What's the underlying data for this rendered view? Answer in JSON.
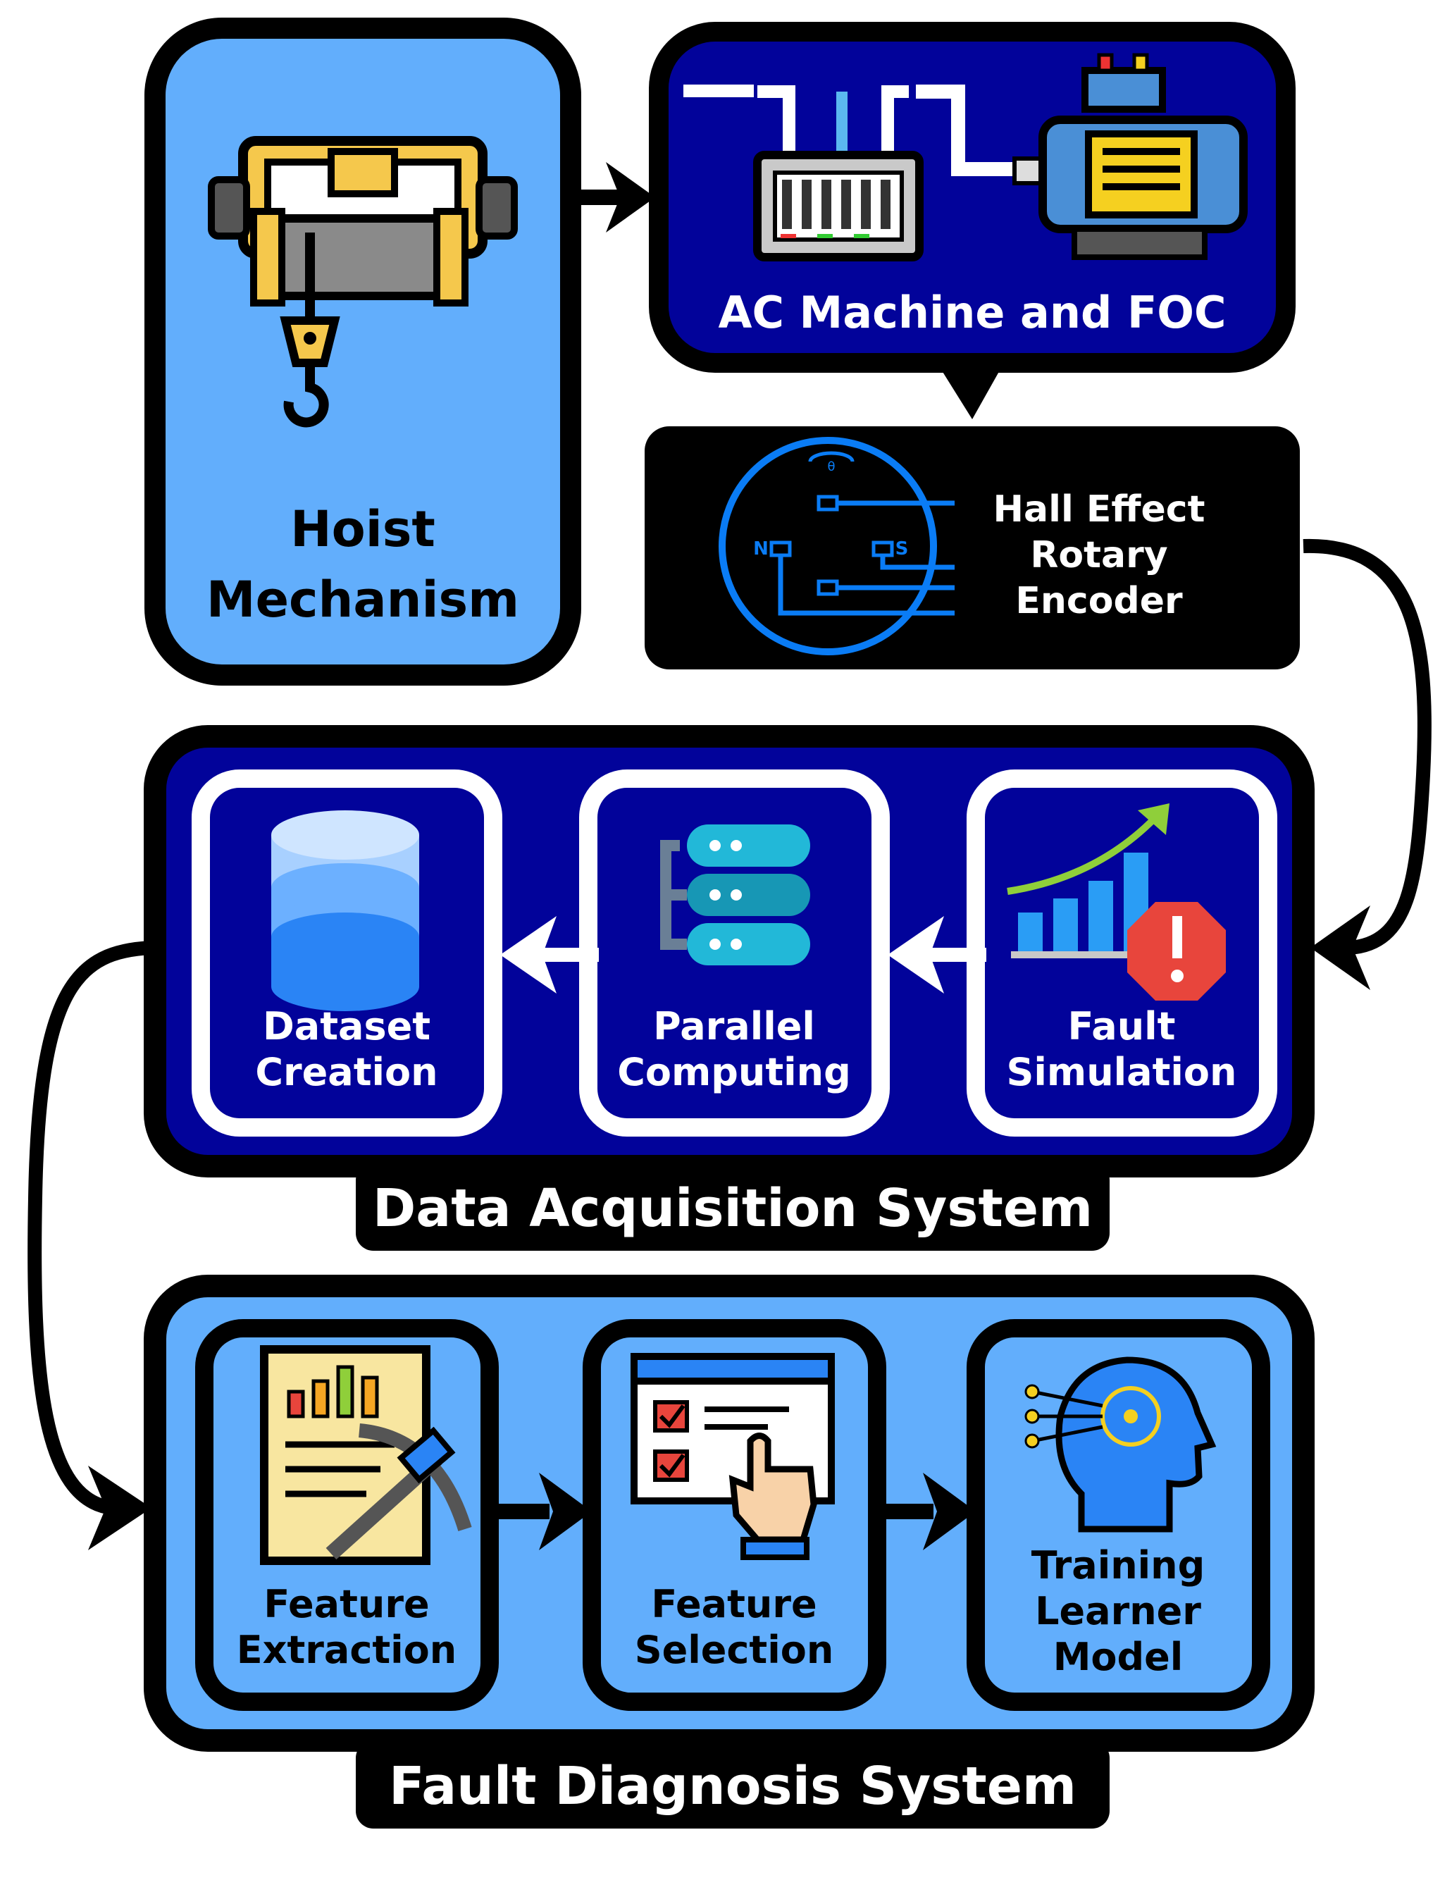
{
  "hoist": {
    "line1": "Hoist",
    "line2": "Mechanism"
  },
  "ac_machine": {
    "label": "AC Machine and FOC"
  },
  "encoder": {
    "line1": "Hall Effect",
    "line2": "Rotary",
    "line3": "Encoder",
    "pole_n": "N",
    "pole_s": "S",
    "theta": "θ"
  },
  "data_acquisition": {
    "title": "Data Acquisition System",
    "steps": [
      {
        "line1": "Dataset",
        "line2": "Creation"
      },
      {
        "line1": "Parallel",
        "line2": "Computing"
      },
      {
        "line1": "Fault",
        "line2": "Simulation"
      }
    ]
  },
  "fault_diagnosis": {
    "title": "Fault Diagnosis System",
    "steps": [
      {
        "line1": "Feature",
        "line2": "Extraction"
      },
      {
        "line1": "Feature",
        "line2": "Selection"
      },
      {
        "line1": "Training",
        "line2": "Learner",
        "line3": "Model"
      }
    ]
  },
  "colors": {
    "light_blue": "#62aefc",
    "navy": "#02039a",
    "black": "#000000",
    "white": "#ffffff"
  }
}
